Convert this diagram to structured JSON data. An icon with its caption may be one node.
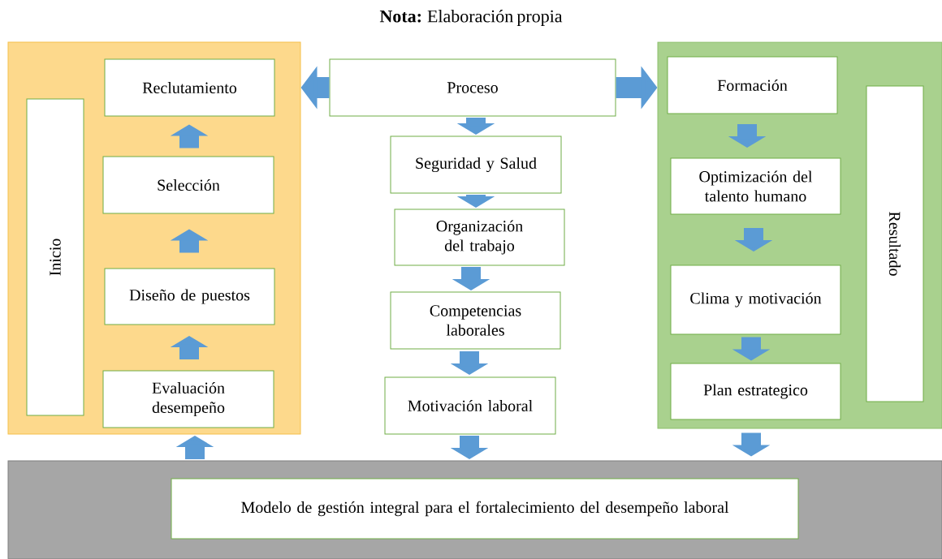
{
  "diagram": {
    "title": "**Nota:** Elaboración propia",
    "nodes": [
      {
        "text": [],
        "shape": "box"
      },
      {
        "text": [
          "Inicio"
        ],
        "in": 0
      },
      {
        "text": [
          "Reclutamiento"
        ],
        "in": 0
      },
      {
        "text": [
          "Selección"
        ],
        "in": 0
      },
      {
        "text": [
          "Diseño de puestos"
        ],
        "in": 0
      },
      {
        "text": [
          "Evaluación desempeño"
        ],
        "in": 0
      },
      {
        "text": [
          "Proceso"
        ]
      },
      {
        "text": [
          "Seguridad y Salud"
        ]
      },
      {
        "text": [
          "Organización del trabajo"
        ]
      },
      {
        "text": [
          "Competencias laborales"
        ]
      },
      {
        "text": [
          "Motivación laboral"
        ]
      },
      {
        "text": [],
        "shape": "box"
      },
      {
        "text": [
          "Formación"
        ],
        "in": 11
      },
      {
        "text": [
          "Optimización del talento humano"
        ],
        "in": 11
      },
      {
        "text": [
          "Clima y motivación"
        ],
        "in": 11
      },
      {
        "text": [
          "Plan estrategico"
        ],
        "in": 11
      },
      {
        "text": [
          "Resultado"
        ],
        "in": 11
      },
      {
        "text": [],
        "shape": "box"
      },
      {
        "text": [
          "Modelo de gestión integral para el fortalecimiento del desempeño laboral"
        ],
        "in": 17
      }
    ],
    "edges": [
      {
        "from": 6,
        "to": 0,
        "arrow": "to"
      },
      {
        "from": 6,
        "to": 11,
        "arrow": "to"
      },
      {
        "from": 5,
        "to": 4,
        "arrow": "to"
      },
      {
        "from": 4,
        "to": 3,
        "arrow": "to"
      },
      {
        "from": 3,
        "to": 2,
        "arrow": "to"
      },
      {
        "from": 17,
        "to": 0,
        "arrow": "to"
      },
      {
        "from": 6,
        "to": 7,
        "arrow": "to"
      },
      {
        "from": 7,
        "to": 8,
        "arrow": "to"
      },
      {
        "from": 8,
        "to": 9,
        "arrow": "to"
      },
      {
        "from": 9,
        "to": 10,
        "arrow": "to"
      },
      {
        "from": 10,
        "to": 17,
        "arrow": "to"
      },
      {
        "from": 12,
        "to": 13,
        "arrow": "to"
      },
      {
        "from": 13,
        "to": 14,
        "arrow": "to"
      },
      {
        "from": 14,
        "to": 15,
        "arrow": "to"
      },
      {
        "from": 11,
        "to": 17,
        "arrow": "to"
      }
    ]
  }
}
